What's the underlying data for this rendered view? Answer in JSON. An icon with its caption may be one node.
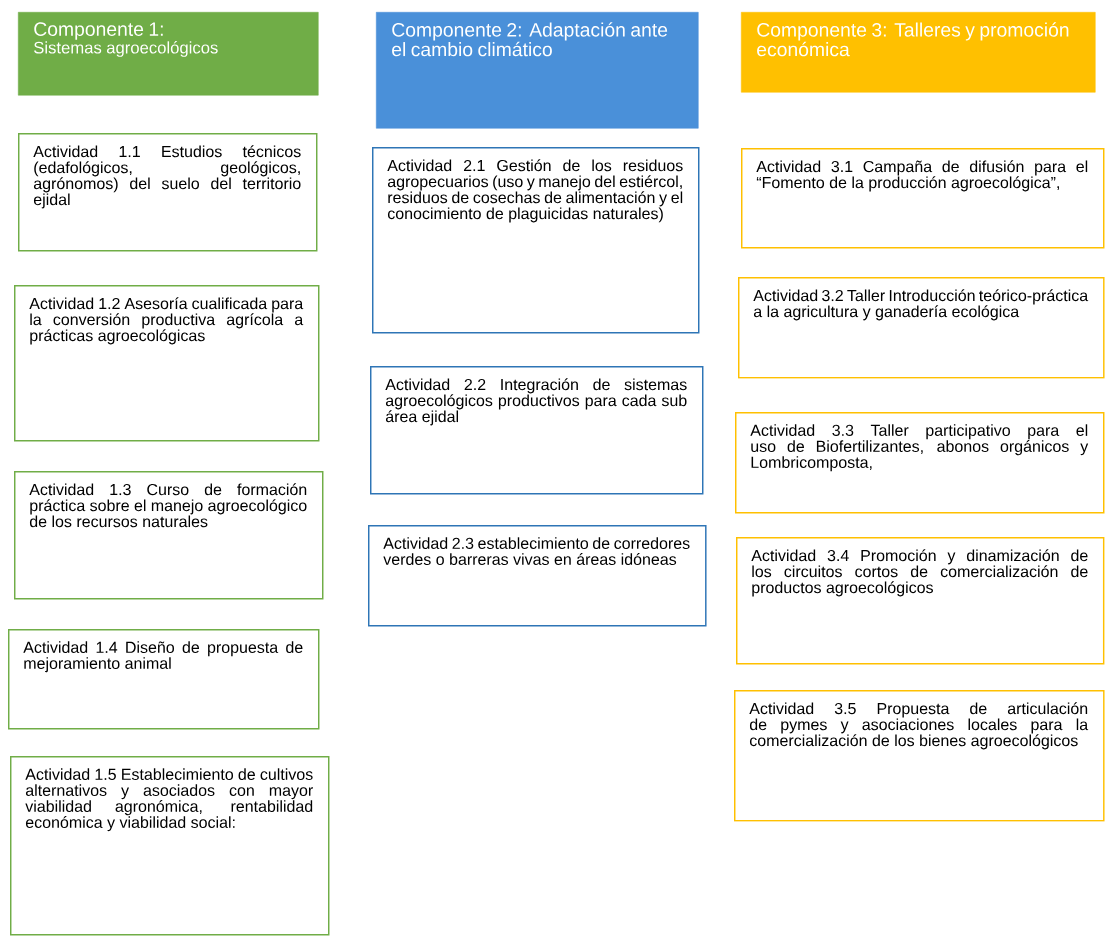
{
  "diagram": {
    "nodes": [
      {
        "text": [
          "Componente 1:",
          "Sistemas agroecológicos"
        ]
      },
      {
        "text": [
          "Componente 2: Adaptación ante el cambio climático"
        ]
      },
      {
        "text": [
          "Componente 3: Talleres y promoción económica"
        ]
      },
      {
        "text": [
          "Actividad 1.1 Estudios técnicos (edafológicos, geológicos, agrónomos) del suelo del territorio ejidal"
        ]
      },
      {
        "text": [
          "Actividad 1.2 Asesoría cualificada para la conversión productiva agrícola a prácticas agroecológicas"
        ]
      },
      {
        "text": [
          "Actividad 1.3 Curso de formación práctica sobre el manejo agroecológico de los recursos naturales"
        ]
      },
      {
        "text": [
          "Actividad 1.4 Diseño de propuesta de mejoramiento animal"
        ]
      },
      {
        "text": [
          "Actividad 1.5 Establecimiento de cultivos alternativos y asociados con mayor viabilidad agronómica, rentabilidad económica y viabilidad social:"
        ]
      },
      {
        "text": [
          "Actividad 2.1 Gestión de los residuos agropecuarios (uso y manejo del estiércol, residuos de cosechas de alimentación y el conocimiento de plaguicidas naturales)"
        ]
      },
      {
        "text": [
          "Actividad 2.2 Integración de sistemas agroecológicos productivos para cada sub área ejidal"
        ]
      },
      {
        "text": [
          "Actividad 2.3 establecimiento de corredores verdes o barreras vivas en áreas idóneas"
        ]
      },
      {
        "text": [
          "Actividad 3.1 Campaña de difusión para el “Fomento de la producción agroecológica”,"
        ]
      },
      {
        "text": [
          "Actividad 3.2 Taller Introducción teórico-práctica a la agricultura y ganadería ecológica"
        ]
      },
      {
        "text": [
          "Actividad 3.3 Taller participativo para el uso de Biofertilizantes, abonos orgánicos y Lombricomposta,"
        ]
      },
      {
        "text": [
          "Actividad 3.4 Promoción y dinamización de los circuitos cortos de comercialización de productos agroecológicos"
        ]
      },
      {
        "text": [
          "Actividad 3.5 Propuesta de articulación de pymes y asociaciones locales para la comercialización de los bienes agroecológicos"
        ]
      }
    ]
  }
}
